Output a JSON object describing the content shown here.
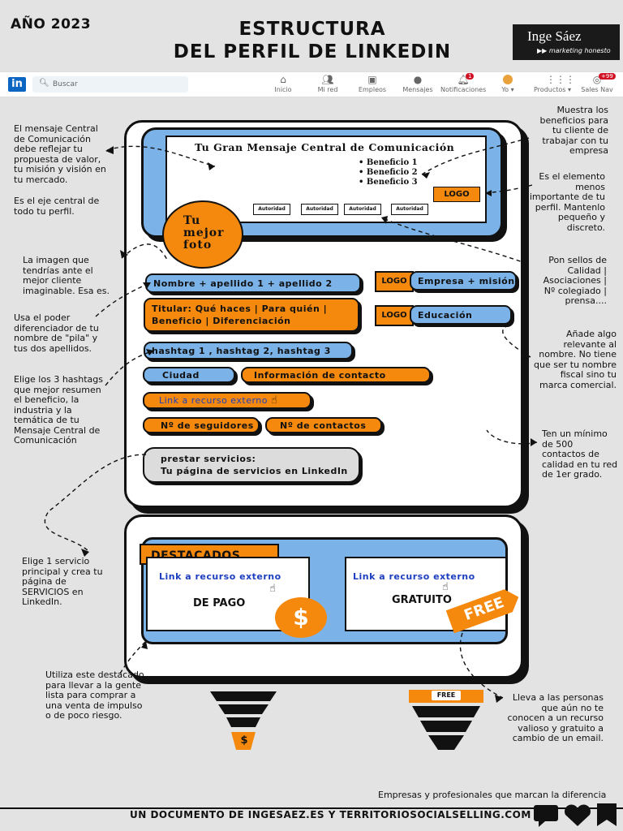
{
  "header": {
    "year": "AÑO 2023",
    "title_line1": "ESTRUCTURA",
    "title_line2": "DEL PERFIL DE LINKEDIN",
    "brand_name": "Inge Sáez",
    "brand_tagline": "▶▶ marketing honesto"
  },
  "linkedin_bar": {
    "logo": "in",
    "search_placeholder": "Buscar",
    "nav": [
      {
        "label": "Inicio",
        "icon": "home-icon"
      },
      {
        "label": "Mi red",
        "icon": "network-icon"
      },
      {
        "label": "Empleos",
        "icon": "briefcase-icon"
      },
      {
        "label": "Mensajes",
        "icon": "chat-icon"
      },
      {
        "label": "Notificaciones",
        "icon": "bell-icon",
        "badge": "1"
      },
      {
        "label": "Yo ▾",
        "icon": "avatar-icon"
      },
      {
        "label": "Productos ▾",
        "icon": "grid-icon"
      },
      {
        "label": "Sales Nav",
        "icon": "compass-icon",
        "badge": "+99"
      }
    ]
  },
  "profile": {
    "banner_title": "Tu Gran Mensaje Central de Comunicación",
    "benefits": [
      "• Beneficio 1",
      "• Beneficio 2",
      "• Beneficio 3"
    ],
    "banner_logo": "LOGO",
    "authority": [
      "Autoridad",
      "Autoridad",
      "Autoridad",
      "Autoridad"
    ],
    "photo_text": "Tu\nmejor\nfoto",
    "name": "Nombre + apellido 1 + apellido 2",
    "headline_line1": "Titular: Qué haces | Para quién |",
    "headline_line2": "Beneficio | Diferenciación",
    "hashtags": "hashtag 1 , hashtag 2, hashtag 3",
    "city": "Ciudad",
    "contact_info": "Información de contacto",
    "external_link": "Link a recurso externo",
    "followers": "Nº de seguidores",
    "contacts": "Nº de contactos",
    "services_line1": "prestar servicios:",
    "services_line2": "Tu página de servicios en LinkedIn",
    "company_logo": "LOGO",
    "company": "Empresa + misión",
    "education_logo": "LOGO",
    "education": "Educación"
  },
  "featured": {
    "title": "DESTACADOS",
    "paid_link": "Link a recurso externo",
    "paid_label": "DE PAGO",
    "paid_symbol": "$",
    "free_link": "Link a recurso externo",
    "free_label": "GRATUITO",
    "free_tag": "FREE"
  },
  "funnels": {
    "paid_symbol": "$",
    "free_tag": "FREE"
  },
  "notes_left": [
    "El mensaje Central de Comunicación debe reflejar tu propuesta de valor, tu misión y visión en tu mercado.",
    "Es el eje central de todo tu perfil.",
    "La imagen que tendrías ante el mejor cliente imaginable. Esa es.",
    "Usa el poder diferenciador de tu nombre de \"pila\" y tus dos apellidos.",
    "Elige los 3 hashtags que mejor resumen el beneficio, la industria y la temática de tu Mensaje Central de Comunicación",
    "Elige 1 servicio principal y crea tu página de SERVICIOS en LinkedIn.",
    "Utiliza este destacado para llevar a la gente lista para comprar a una venta de impulso o de poco riesgo."
  ],
  "notes_right": [
    "Muestra los beneficios para tu cliente de trabajar con tu empresa",
    "Es el elemento menos importante de tu perfil. Mantenlo pequeño y discreto.",
    "Pon sellos de Calidad | Asociaciones | Nº colegiado | prensa....",
    "Añade algo relevante al nombre. No tiene que ser tu nombre fiscal sino tu marca comercial.",
    "Ten un mínimo de 500 contactos de calidad en tu red de 1er grado.",
    "Lleva a las personas que aún no te conocen a un recurso valioso y gratuito a cambio de un email."
  ],
  "footer": {
    "tagline": "Empresas y profesionales que marcan la diferencia",
    "credit": "UN DOCUMENTO DE INGESAEZ.ES Y TERRITORIOSOCIALSELLING.COM"
  },
  "colors": {
    "orange": "#f5890e",
    "blue": "#7bb3e8",
    "dark": "#111111",
    "background": "#e3e3e3"
  }
}
